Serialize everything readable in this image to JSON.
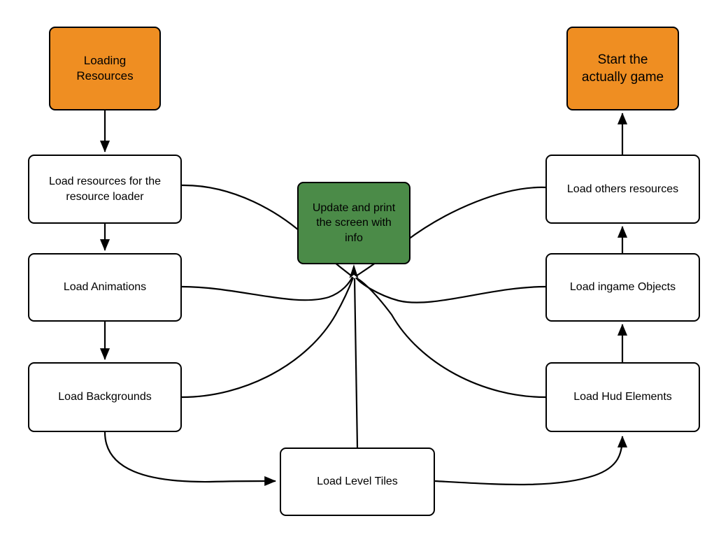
{
  "diagram": {
    "title": "Game loading sequence flowchart",
    "colors": {
      "orange": "#ef8e22",
      "green": "#4b8b48",
      "white": "#ffffff",
      "stroke": "#000000"
    },
    "nodes": {
      "loading_resources": "Loading\nResources",
      "start_game": "Start the\nactually game",
      "load_res_loader": "Load resources for the\nresource loader",
      "load_animations": "Load Animations",
      "load_backgrounds": "Load Backgrounds",
      "load_level_tiles": "Load Level Tiles",
      "update_print": "Update and print\nthe screen with\ninfo",
      "load_others_res": "Load others resources",
      "load_ingame_objects": "Load ingame Objects",
      "load_hud_elements": "Load Hud Elements"
    },
    "edges": [
      {
        "from": "loading_resources",
        "to": "load_res_loader",
        "style": "straight-arrow"
      },
      {
        "from": "load_res_loader",
        "to": "load_animations",
        "style": "straight-arrow"
      },
      {
        "from": "load_animations",
        "to": "load_backgrounds",
        "style": "straight-arrow"
      },
      {
        "from": "load_backgrounds",
        "to": "load_level_tiles",
        "style": "curved-arrow"
      },
      {
        "from": "load_level_tiles",
        "to": "load_hud_elements",
        "style": "curved-arrow"
      },
      {
        "from": "load_hud_elements",
        "to": "load_ingame_objects",
        "style": "straight-arrow"
      },
      {
        "from": "load_ingame_objects",
        "to": "load_others_res",
        "style": "straight-arrow"
      },
      {
        "from": "load_others_res",
        "to": "start_game",
        "style": "straight-arrow"
      },
      {
        "from": "load_res_loader",
        "to": "update_print",
        "style": "curved-arrow"
      },
      {
        "from": "load_animations",
        "to": "update_print",
        "style": "curved-arrow"
      },
      {
        "from": "load_backgrounds",
        "to": "update_print",
        "style": "curved-arrow"
      },
      {
        "from": "load_level_tiles",
        "to": "update_print",
        "style": "straight-arrow"
      },
      {
        "from": "load_others_res",
        "to": "update_print",
        "style": "curved-arrow"
      },
      {
        "from": "load_ingame_objects",
        "to": "update_print",
        "style": "curved-arrow"
      },
      {
        "from": "load_hud_elements",
        "to": "update_print",
        "style": "curved-arrow"
      }
    ]
  }
}
